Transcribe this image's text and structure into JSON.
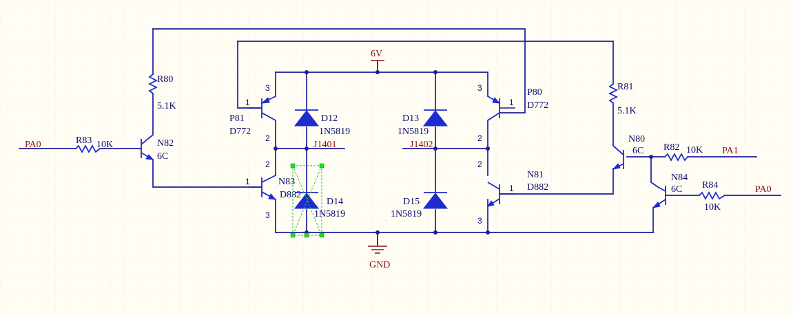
{
  "net_labels": {
    "pa0_left": "PA0",
    "pa1": "PA1",
    "pa0_right": "PA0",
    "vcc": "6V",
    "gnd": "GND",
    "j1401": "J1401",
    "j1402": "J1402"
  },
  "components": {
    "r80": {
      "ref": "R80",
      "value": "5.1K"
    },
    "r81": {
      "ref": "R81",
      "value": "5.1K"
    },
    "r82": {
      "ref": "R82",
      "value": "10K"
    },
    "r83": {
      "ref": "R83",
      "value": "10K"
    },
    "r84": {
      "ref": "R84",
      "value": "10K"
    },
    "n82": {
      "ref": "N82",
      "value": "6C"
    },
    "n80": {
      "ref": "N80",
      "value": "6C"
    },
    "n84": {
      "ref": "N84",
      "value": "6C"
    },
    "p81": {
      "ref": "P81",
      "value": "D772"
    },
    "p80": {
      "ref": "P80",
      "value": "D772"
    },
    "n83": {
      "ref": "N83",
      "value": "D882"
    },
    "n81": {
      "ref": "N81",
      "value": "D882"
    },
    "d12": {
      "ref": "D12",
      "value": "1N5819"
    },
    "d13": {
      "ref": "D13",
      "value": "1N5819"
    },
    "d14": {
      "ref": "D14",
      "value": "1N5819"
    },
    "d15": {
      "ref": "D15",
      "value": "1N5819"
    }
  },
  "pin_numbers": {
    "base": "1",
    "collector_or_emitter_top": "3",
    "mid": "2",
    "bottom": "3"
  },
  "colors": {
    "background": "#fffdf4",
    "grid": "#ece8dc",
    "wire": "#1c1c9c",
    "device": "#1c2ccf",
    "net_label": "#8a1010",
    "selection": "#2fbf2f"
  }
}
